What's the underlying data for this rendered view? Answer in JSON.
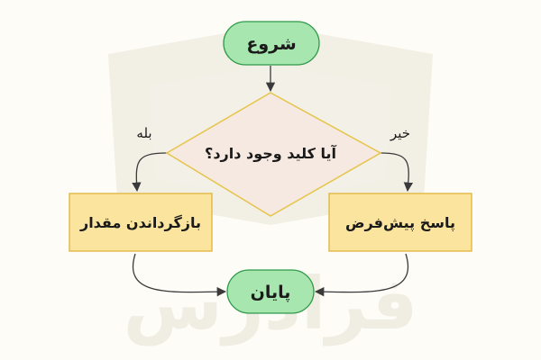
{
  "colors": {
    "background": "#fdfcf7",
    "terminal_fill": "#a8e6b0",
    "terminal_stroke": "#2e9a4a",
    "decision_fill": "#f5e9e1",
    "decision_stroke": "#e6c44a",
    "process_fill": "#fbe49e",
    "process_stroke": "#e0b23a",
    "arrow": "#3a3a3a",
    "watermark": "#ece9dc"
  },
  "flowchart": {
    "start": {
      "label": "شروع"
    },
    "decision": {
      "label": "آیا کلید وجود دارد؟"
    },
    "yes_edge": {
      "label": "بله"
    },
    "no_edge": {
      "label": "خیر"
    },
    "yes_action": {
      "label": "بازگرداندن مقدار"
    },
    "no_action": {
      "label": "پاسخ پیش‌فرض"
    },
    "end": {
      "label": "پایان"
    }
  },
  "watermark": {
    "text": "فرادرس",
    "icon": "faradars-logo-icon"
  }
}
